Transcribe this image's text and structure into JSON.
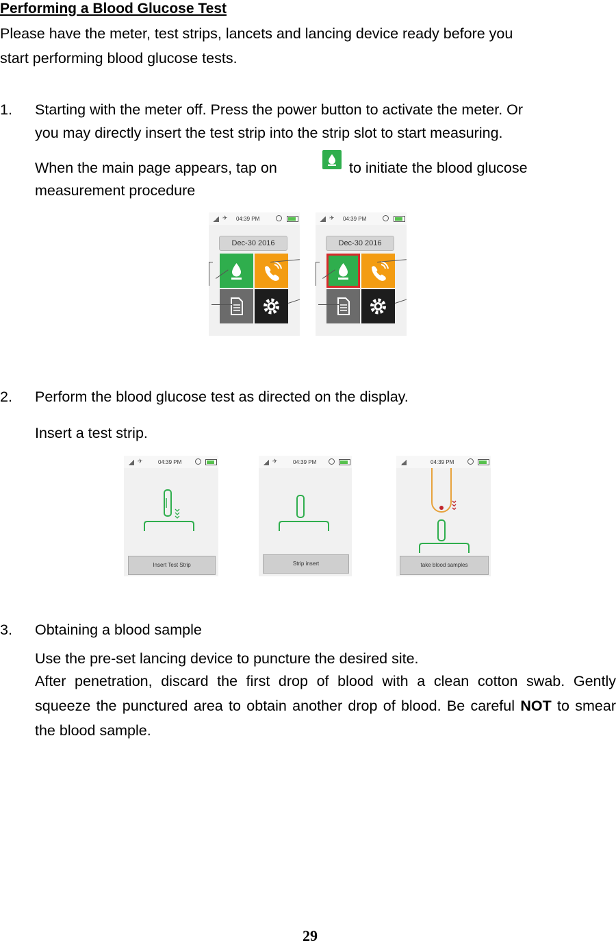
{
  "title": "Performing a Blood Glucose Test",
  "intro": [
    "Please have the meter, test strips, lancets and lancing device ready before you",
    "start performing blood glucose tests."
  ],
  "step1": {
    "number": "1.",
    "lines": [
      "Starting with the meter off. Press the power button to activate the meter. Or",
      "you may directly insert the test strip into the strip slot to start measuring."
    ],
    "tap_before": "When the main page appears, tap on",
    "tap_after": "to initiate the blood glucose",
    "tap_line2": "measurement procedure",
    "inline_icon": "blood-drop-icon"
  },
  "screens_main": {
    "time": "04:39 PM",
    "date": "Dec-30 2016",
    "tiles": [
      "blood-drop-icon",
      "phone-call-icon",
      "document-icon",
      "gear-icon"
    ],
    "tile_colors": [
      "#2fae4d",
      "#f39c12",
      "#6b6b6b",
      "#1d1d1d"
    ]
  },
  "step2": {
    "number": "2.",
    "text": "Perform the blood glucose test as directed on the display.",
    "sub": "Insert a test strip."
  },
  "screens_strip": [
    {
      "time": "04:39 PM",
      "label": "Insert Test Strip"
    },
    {
      "time": "04:39 PM",
      "label": "Strip insert"
    },
    {
      "time": "04:39 PM",
      "label": "take blood samples"
    }
  ],
  "step3": {
    "number": "3.",
    "text": "Obtaining a blood sample",
    "sub": "Use the pre-set lancing device to puncture the desired site.",
    "para": "After penetration, discard the first drop of blood with a clean cotton swab. Gently squeeze the punctured area to obtain another drop of blood. Be careful",
    "bold": "NOT",
    "para_end": "to smear the blood sample."
  },
  "page_number": "29"
}
